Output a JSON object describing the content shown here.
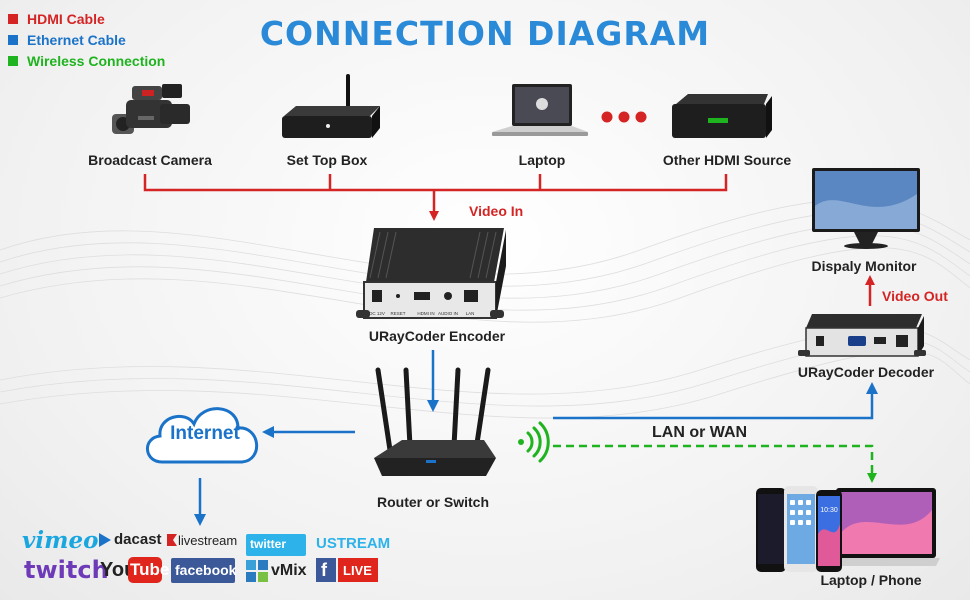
{
  "title": "CONNECTION DIAGRAM",
  "legend": [
    {
      "label": "HDMI Cable",
      "color": "#d42424"
    },
    {
      "label": "Ethernet Cable",
      "color": "#1a73c9"
    },
    {
      "label": "Wireless Connection",
      "color": "#1fb31f"
    }
  ],
  "sources": {
    "camera": "Broadcast Camera",
    "settop": "Set Top Box",
    "laptop": "Laptop",
    "other": "Other HDMI Source"
  },
  "video_in": "Video In",
  "encoder": {
    "label": "URayCoder Encoder",
    "ports": [
      "DC 12V",
      "RESET",
      "HDMI IN",
      "AUDIO IN",
      "LAN"
    ]
  },
  "router": "Router or Switch",
  "internet": "Internet",
  "lan_wan": "LAN or WAN",
  "decoder": "URayCoder  Decoder",
  "monitor": "Dispaly Monitor",
  "video_out": "Video Out",
  "laptop_phone": "Laptop / Phone",
  "phone_time": "10:30",
  "platforms": {
    "vimeo": "vimeo",
    "dacast": "dacast",
    "livestream": "livestream",
    "twitter": "twitter",
    "ustream": "USTREAM",
    "twitch": "twitch",
    "youtube_you": "You",
    "youtube_tube": "Tube",
    "facebook": "facebook",
    "vmix": "vMix",
    "fb_f": "f",
    "live": "LIVE"
  },
  "colors": {
    "hdmi": "#d42424",
    "ethernet": "#1a73c9",
    "wireless": "#1fb31f",
    "title": "#2a8ad8"
  }
}
